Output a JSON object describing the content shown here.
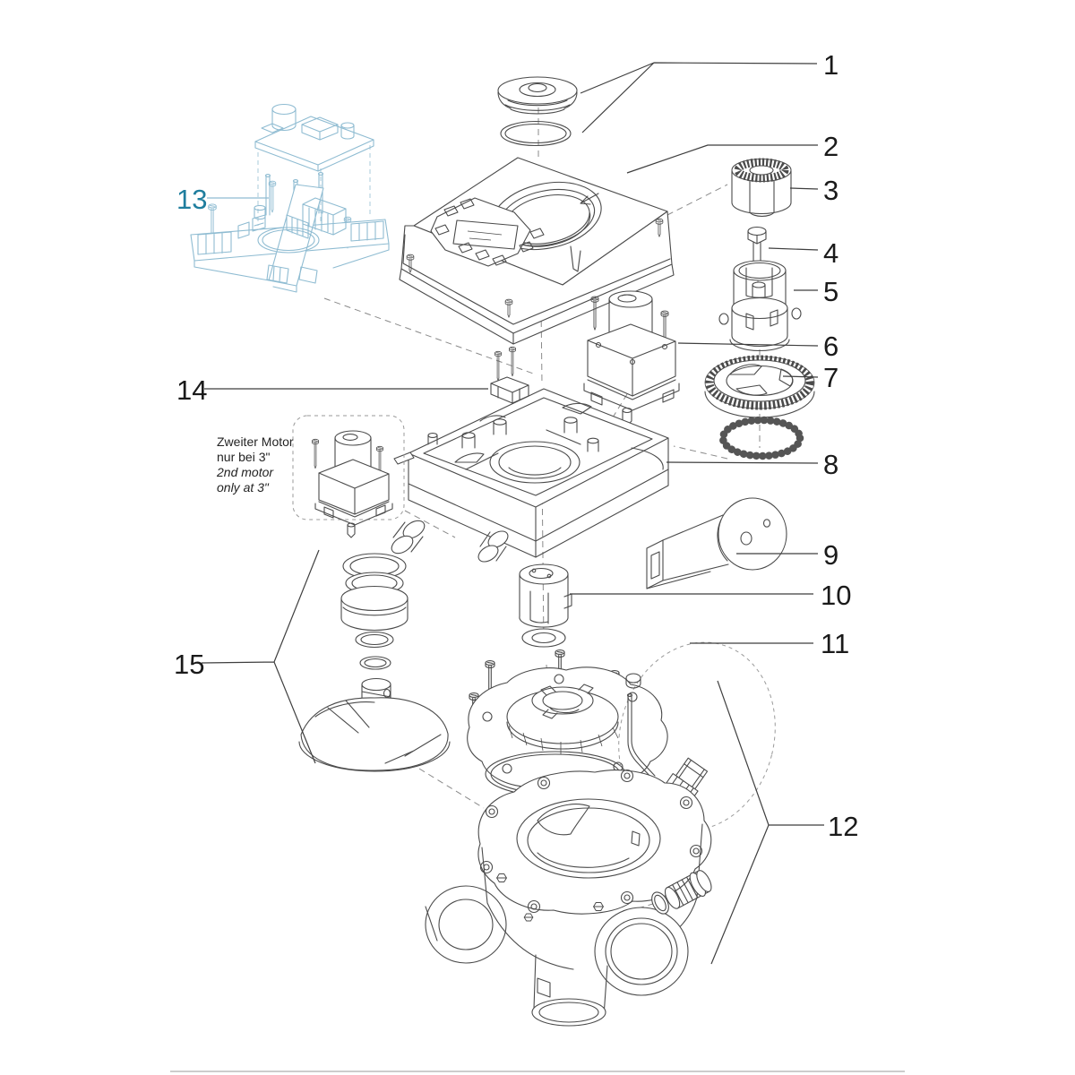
{
  "diagram": {
    "kind": "exploded-parts-diagram",
    "callouts": [
      "1",
      "2",
      "3",
      "4",
      "5",
      "6",
      "7",
      "8",
      "9",
      "10",
      "11",
      "12",
      "13",
      "14",
      "15"
    ],
    "note": {
      "line1": "Zweiter Motor",
      "line2": "nur bei 3\"",
      "line3": "2nd motor",
      "line4": "only at 3\""
    },
    "colors": {
      "line": "#4b4b4b",
      "callout_text": "#1a1a1a",
      "highlight_text": "#1f7e9e",
      "highlight_line": "#8fbcd2",
      "divider": "#cccccc",
      "background": "#ffffff"
    }
  }
}
